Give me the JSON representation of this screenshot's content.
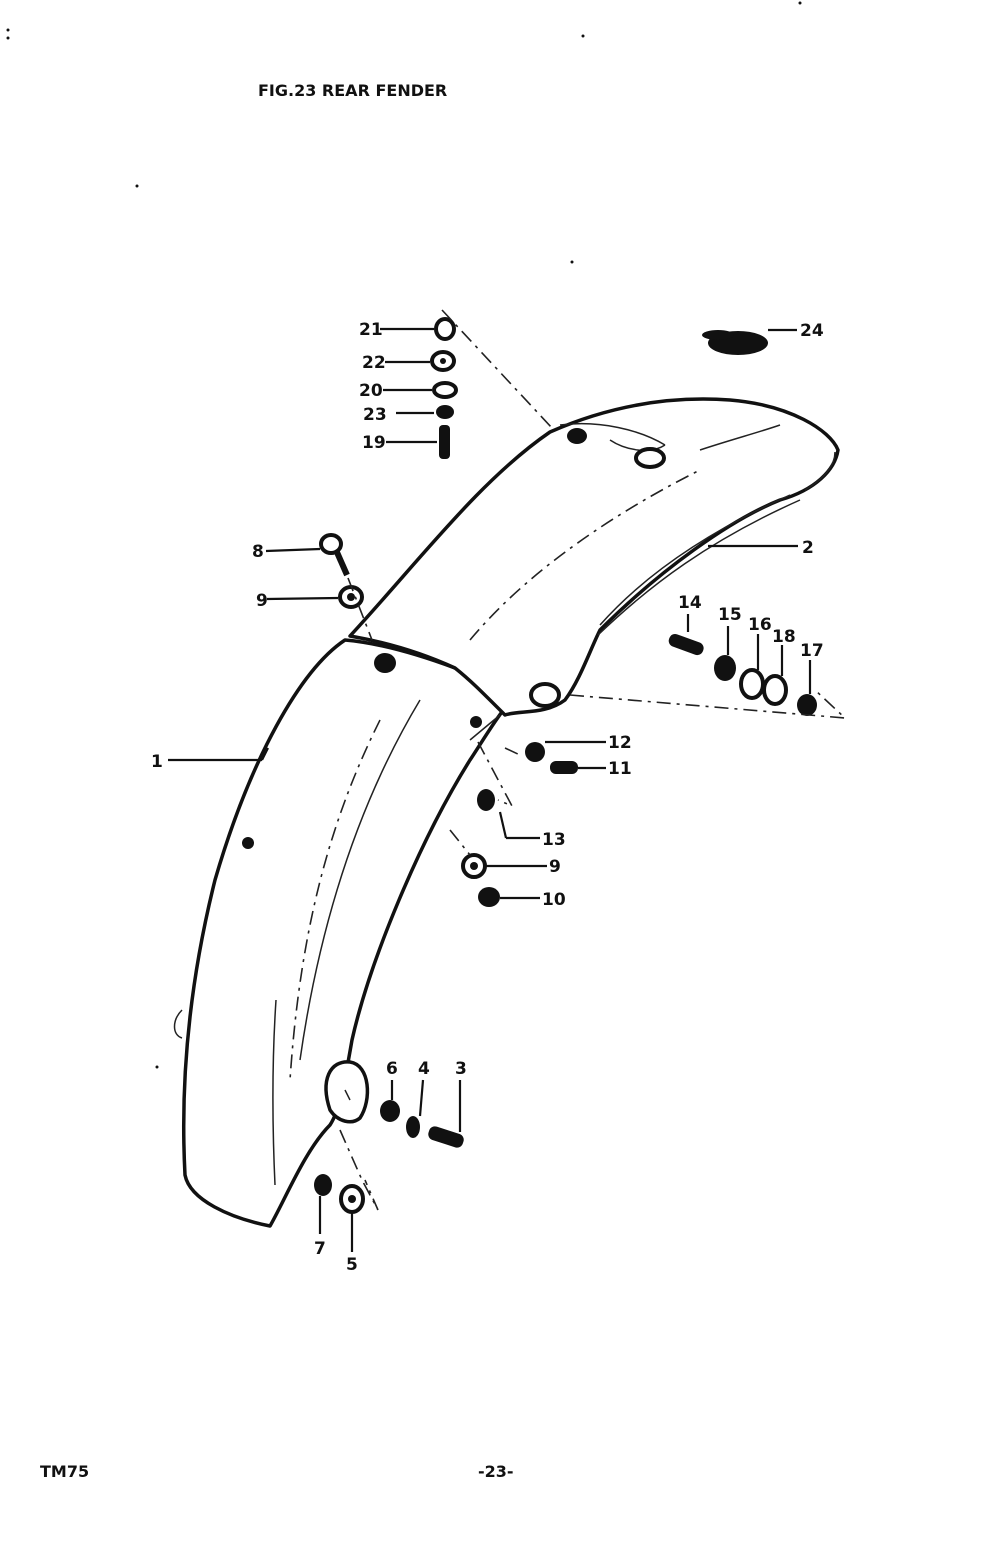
{
  "title": "FIG.23  REAR FENDER",
  "footer": {
    "left": "TM75",
    "page": "-23-"
  },
  "callouts": [
    {
      "id": "c1",
      "label": "1"
    },
    {
      "id": "c2",
      "label": "2"
    },
    {
      "id": "c3",
      "label": "3"
    },
    {
      "id": "c4",
      "label": "4"
    },
    {
      "id": "c5",
      "label": "5"
    },
    {
      "id": "c6",
      "label": "6"
    },
    {
      "id": "c7",
      "label": "7"
    },
    {
      "id": "c8",
      "label": "8"
    },
    {
      "id": "c9a",
      "label": "9"
    },
    {
      "id": "c9b",
      "label": "9"
    },
    {
      "id": "c10",
      "label": "10"
    },
    {
      "id": "c11",
      "label": "11"
    },
    {
      "id": "c12",
      "label": "12"
    },
    {
      "id": "c13",
      "label": "13"
    },
    {
      "id": "c14",
      "label": "14"
    },
    {
      "id": "c15",
      "label": "15"
    },
    {
      "id": "c16",
      "label": "16"
    },
    {
      "id": "c17",
      "label": "17"
    },
    {
      "id": "c18",
      "label": "18"
    },
    {
      "id": "c19",
      "label": "19"
    },
    {
      "id": "c20",
      "label": "20"
    },
    {
      "id": "c21",
      "label": "21"
    },
    {
      "id": "c22",
      "label": "22"
    },
    {
      "id": "c23",
      "label": "23"
    },
    {
      "id": "c24",
      "label": "24"
    }
  ]
}
